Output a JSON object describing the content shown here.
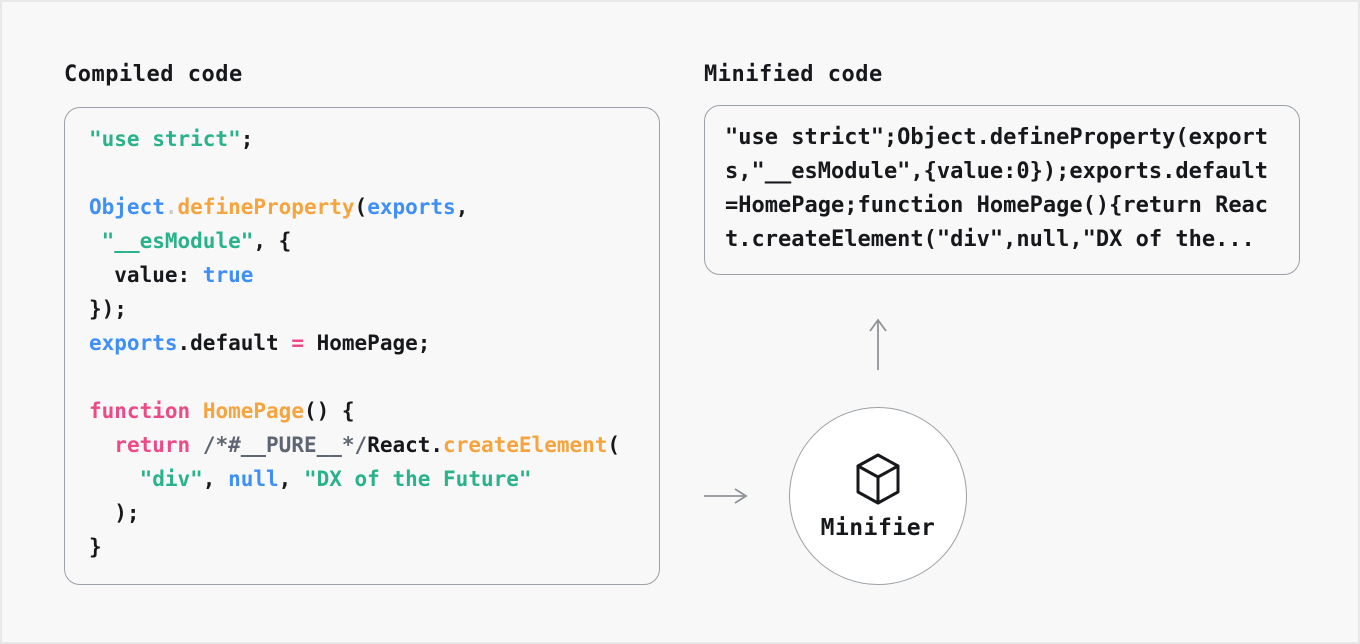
{
  "page": {
    "background": "#f8f8f8",
    "frame_border": "#e8e8e8",
    "box_border": "#9ca1a8",
    "arrow_color": "#8f9398"
  },
  "colors": {
    "code": "#17181c",
    "string": "#2ab38b",
    "blue": "#3e8ff7",
    "orange": "#f6a43e",
    "pink": "#ee4a87",
    "comment": "#5e6673",
    "punct_light": "#c9cdd2"
  },
  "left_panel": {
    "title": "Compiled code",
    "code_lines": [
      [
        {
          "t": "\"use strict\"",
          "c": "string"
        },
        {
          "t": ";",
          "c": "code"
        }
      ],
      [],
      [
        {
          "t": "Object",
          "c": "blue"
        },
        {
          "t": ".",
          "c": "punct_light"
        },
        {
          "t": "defineProperty",
          "c": "orange"
        },
        {
          "t": "(",
          "c": "code"
        },
        {
          "t": "exports",
          "c": "blue"
        },
        {
          "t": ",",
          "c": "code"
        }
      ],
      [
        {
          "t": " ",
          "c": "code"
        },
        {
          "t": "\"__esModule\"",
          "c": "string"
        },
        {
          "t": ", {",
          "c": "code"
        }
      ],
      [
        {
          "t": "  value: ",
          "c": "code"
        },
        {
          "t": "true",
          "c": "blue"
        }
      ],
      [
        {
          "t": "});",
          "c": "code"
        }
      ],
      [
        {
          "t": "exports",
          "c": "blue"
        },
        {
          "t": ".default ",
          "c": "code"
        },
        {
          "t": "=",
          "c": "pink"
        },
        {
          "t": " HomePage;",
          "c": "code"
        }
      ],
      [],
      [
        {
          "t": "function",
          "c": "pink"
        },
        {
          "t": " ",
          "c": "code"
        },
        {
          "t": "HomePage",
          "c": "orange"
        },
        {
          "t": "() {",
          "c": "code"
        }
      ],
      [
        {
          "t": "  ",
          "c": "code"
        },
        {
          "t": "return",
          "c": "pink"
        },
        {
          "t": " ",
          "c": "code"
        },
        {
          "t": "/*#__PURE__*/",
          "c": "comment"
        },
        {
          "t": "React.",
          "c": "code"
        },
        {
          "t": "createElement",
          "c": "orange"
        },
        {
          "t": "(",
          "c": "code"
        }
      ],
      [
        {
          "t": "    ",
          "c": "code"
        },
        {
          "t": "\"div\"",
          "c": "string"
        },
        {
          "t": ", ",
          "c": "code"
        },
        {
          "t": "null",
          "c": "blue"
        },
        {
          "t": ", ",
          "c": "code"
        },
        {
          "t": "\"DX of the Future\"",
          "c": "string"
        }
      ],
      [
        {
          "t": "  );",
          "c": "code"
        }
      ],
      [
        {
          "t": "}",
          "c": "code"
        }
      ]
    ]
  },
  "right_panel": {
    "title": "Minified code",
    "code_lines": [
      "\"use strict\";Object.defineProperty(export",
      "s,\"__esModule\",{value:0});exports.default",
      "=HomePage;function HomePage(){return Reac",
      "t.createElement(\"div\",null,\"DX of the..."
    ]
  },
  "minifier": {
    "label": "Minifier",
    "icon": "cube-icon"
  }
}
